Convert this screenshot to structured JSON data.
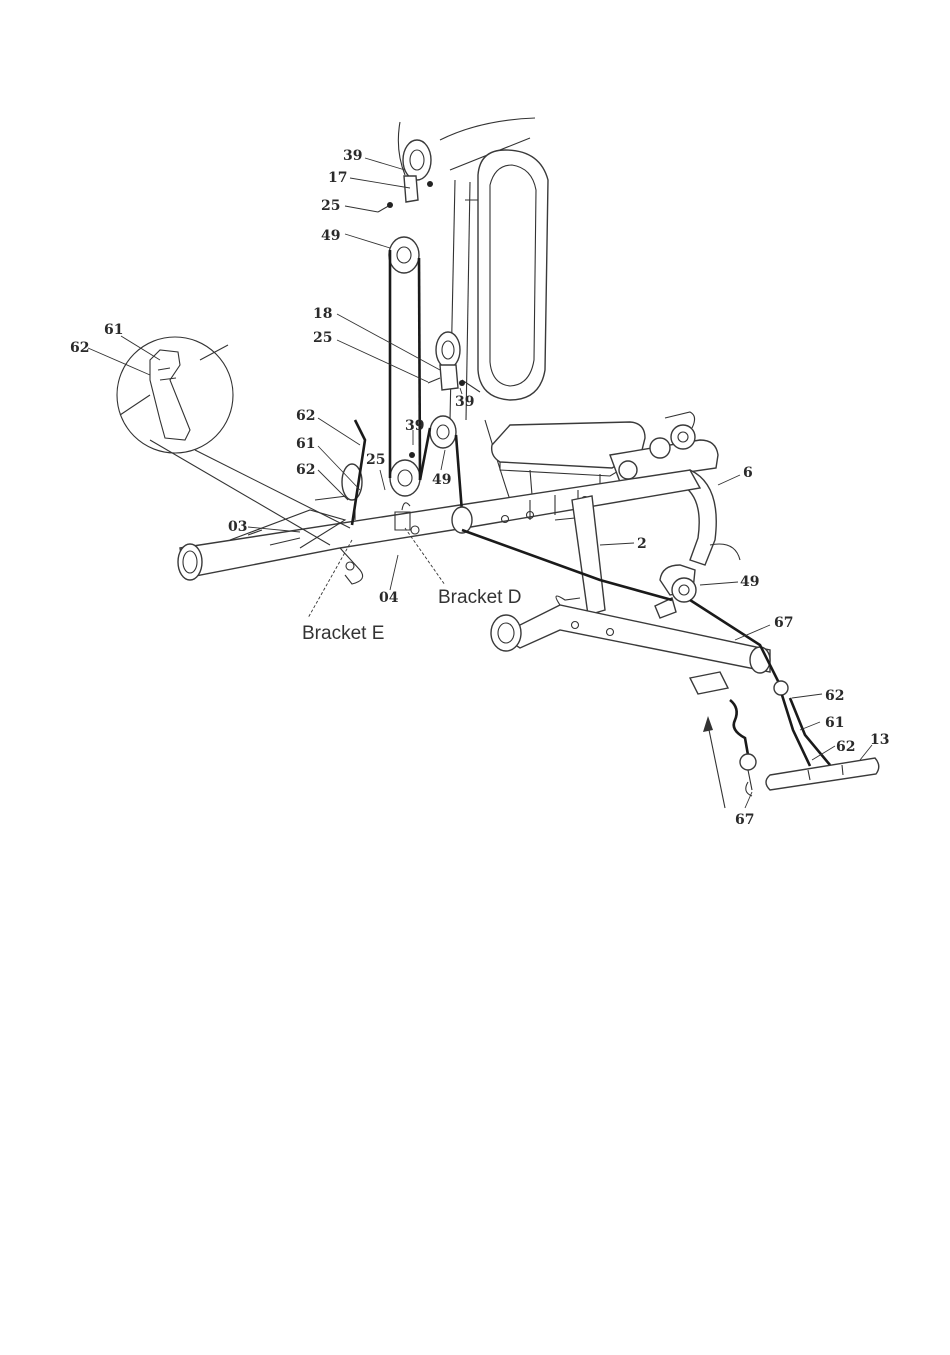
{
  "callouts": [
    {
      "id": "c39a",
      "text": "39"
    },
    {
      "id": "c17",
      "text": "17"
    },
    {
      "id": "c25a",
      "text": "25"
    },
    {
      "id": "c49a",
      "text": "49"
    },
    {
      "id": "c18",
      "text": "18"
    },
    {
      "id": "c25b",
      "text": "25"
    },
    {
      "id": "c39b",
      "text": "39"
    },
    {
      "id": "c61a",
      "text": "61"
    },
    {
      "id": "c62a",
      "text": "62"
    },
    {
      "id": "c62b",
      "text": "62"
    },
    {
      "id": "c61b",
      "text": "61"
    },
    {
      "id": "c62c",
      "text": "62"
    },
    {
      "id": "c39c",
      "text": "39"
    },
    {
      "id": "c25c",
      "text": "25"
    },
    {
      "id": "c49b",
      "text": "49"
    },
    {
      "id": "c03",
      "text": "03"
    },
    {
      "id": "c04",
      "text": "04"
    },
    {
      "id": "c6",
      "text": "6"
    },
    {
      "id": "c2",
      "text": "2"
    },
    {
      "id": "c49c",
      "text": "49"
    },
    {
      "id": "c67a",
      "text": "67"
    },
    {
      "id": "c62d",
      "text": "62"
    },
    {
      "id": "c61c",
      "text": "61"
    },
    {
      "id": "c62e",
      "text": "62"
    },
    {
      "id": "c13",
      "text": "13"
    },
    {
      "id": "c67b",
      "text": "67"
    }
  ],
  "brackets": {
    "bracket_d": "Bracket D",
    "bracket_e": "Bracket E"
  },
  "colors": {
    "line": "#333333",
    "cable": "#1a1a1a",
    "background": "#ffffff"
  }
}
